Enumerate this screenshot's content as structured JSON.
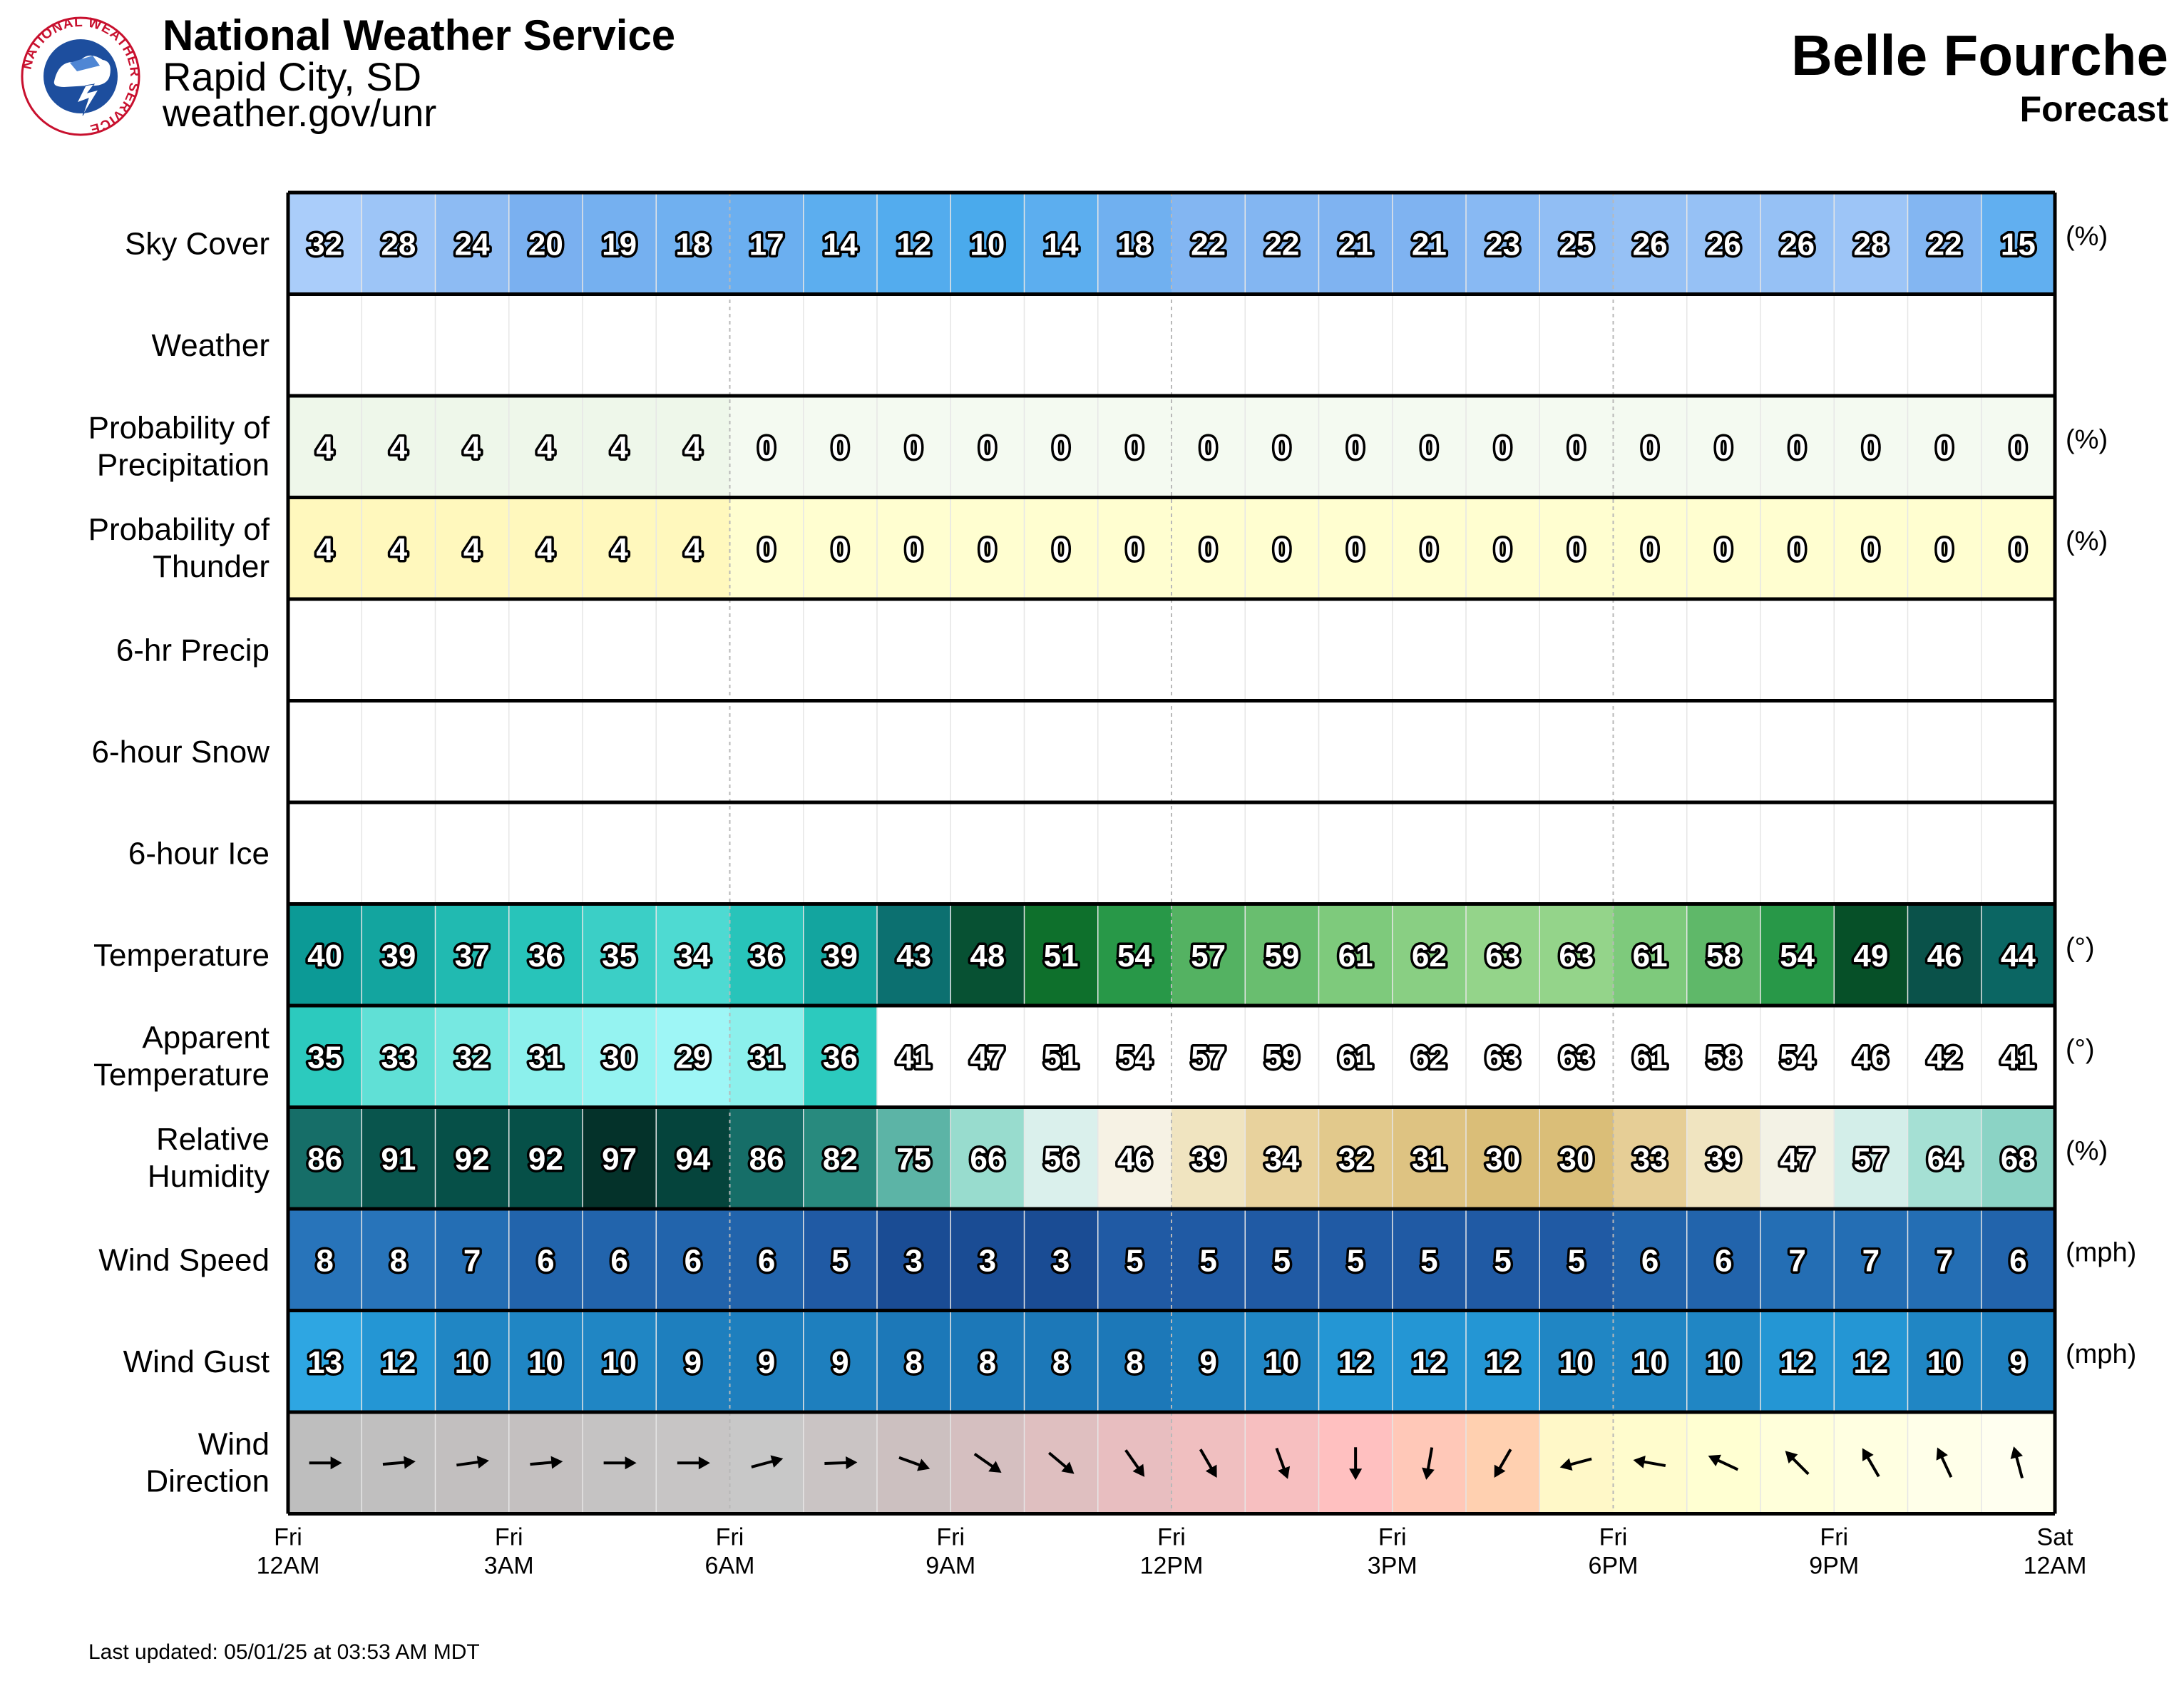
{
  "header": {
    "org": "National Weather Service",
    "office": "Rapid City, SD",
    "site": "weather.gov/unr",
    "location": "Belle Fourche",
    "subtitle": "Forecast",
    "logo_text": "NATIONAL WEATHER SERVICE"
  },
  "footer": {
    "updated": "Last updated: 05/01/25 at 03:53 AM MDT"
  },
  "chart_data": {
    "type": "table",
    "x_ticks": [
      {
        "day": "Fri",
        "time": "12AM"
      },
      {
        "day": "Fri",
        "time": "3AM"
      },
      {
        "day": "Fri",
        "time": "6AM"
      },
      {
        "day": "Fri",
        "time": "9AM"
      },
      {
        "day": "Fri",
        "time": "12PM"
      },
      {
        "day": "Fri",
        "time": "3PM"
      },
      {
        "day": "Fri",
        "time": "6PM"
      },
      {
        "day": "Fri",
        "time": "9PM"
      },
      {
        "day": "Sat",
        "time": "12AM"
      }
    ],
    "rows": [
      {
        "label": [
          "Sky Cover"
        ],
        "unit": "(%)",
        "kind": "sky",
        "values": [
          32,
          28,
          24,
          20,
          19,
          18,
          17,
          14,
          12,
          10,
          14,
          18,
          22,
          22,
          21,
          21,
          23,
          25,
          26,
          26,
          26,
          28,
          22,
          15
        ]
      },
      {
        "label": [
          "Weather"
        ],
        "unit": "",
        "kind": "empty",
        "values": []
      },
      {
        "label": [
          "Probability of",
          "Precipitation"
        ],
        "unit": "(%)",
        "kind": "pop",
        "values": [
          4,
          4,
          4,
          4,
          4,
          4,
          0,
          0,
          0,
          0,
          0,
          0,
          0,
          0,
          0,
          0,
          0,
          0,
          0,
          0,
          0,
          0,
          0,
          0
        ]
      },
      {
        "label": [
          "Probability of",
          "Thunder"
        ],
        "unit": "(%)",
        "kind": "thunder",
        "values": [
          4,
          4,
          4,
          4,
          4,
          4,
          0,
          0,
          0,
          0,
          0,
          0,
          0,
          0,
          0,
          0,
          0,
          0,
          0,
          0,
          0,
          0,
          0,
          0
        ]
      },
      {
        "label": [
          "6-hr Precip"
        ],
        "unit": "",
        "kind": "empty",
        "values": []
      },
      {
        "label": [
          "6-hour Snow"
        ],
        "unit": "",
        "kind": "empty",
        "values": []
      },
      {
        "label": [
          "6-hour Ice"
        ],
        "unit": "",
        "kind": "empty",
        "values": []
      },
      {
        "label": [
          "Temperature"
        ],
        "unit": "(°)",
        "kind": "temp",
        "values": [
          40,
          39,
          37,
          36,
          35,
          34,
          36,
          39,
          43,
          48,
          51,
          54,
          57,
          59,
          61,
          62,
          63,
          63,
          61,
          58,
          54,
          49,
          46,
          44
        ]
      },
      {
        "label": [
          "Apparent",
          "Temperature"
        ],
        "unit": "(°)",
        "kind": "apparent",
        "values": [
          35,
          33,
          32,
          31,
          30,
          29,
          31,
          36,
          41,
          47,
          51,
          54,
          57,
          59,
          61,
          62,
          63,
          63,
          61,
          58,
          54,
          46,
          42,
          41
        ]
      },
      {
        "label": [
          "Relative",
          "Humidity"
        ],
        "unit": "(%)",
        "kind": "rh",
        "values": [
          86,
          91,
          92,
          92,
          97,
          94,
          86,
          82,
          75,
          66,
          56,
          46,
          39,
          34,
          32,
          31,
          30,
          30,
          33,
          39,
          47,
          57,
          64,
          68
        ]
      },
      {
        "label": [
          "Wind Speed"
        ],
        "unit": "(mph)",
        "kind": "wspd",
        "values": [
          8,
          8,
          7,
          6,
          6,
          6,
          6,
          5,
          3,
          3,
          3,
          5,
          5,
          5,
          5,
          5,
          5,
          5,
          6,
          6,
          7,
          7,
          7,
          6
        ]
      },
      {
        "label": [
          "Wind Gust"
        ],
        "unit": "(mph)",
        "kind": "wgust",
        "values": [
          13,
          12,
          10,
          10,
          10,
          9,
          9,
          9,
          8,
          8,
          8,
          8,
          9,
          10,
          12,
          12,
          12,
          10,
          10,
          10,
          12,
          12,
          10,
          9
        ]
      },
      {
        "label": [
          "Wind",
          "Direction"
        ],
        "unit": "",
        "kind": "wdir",
        "values": [
          270,
          265,
          262,
          265,
          270,
          270,
          255,
          268,
          290,
          305,
          310,
          325,
          330,
          340,
          0,
          10,
          30,
          75,
          100,
          115,
          135,
          150,
          155,
          165
        ]
      }
    ]
  }
}
